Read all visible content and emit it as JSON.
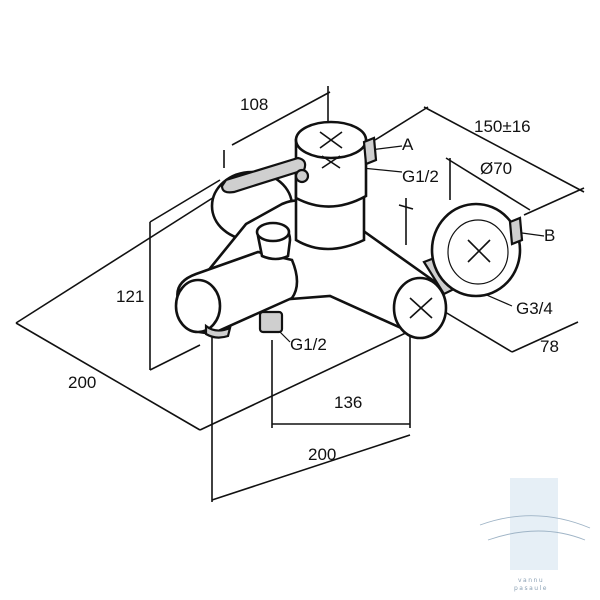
{
  "dimensions": {
    "width_top": "108",
    "depth_right": "150±16",
    "diameter": "Ø70",
    "height_left": "121",
    "depth_left": "200",
    "spout_to_inlet": "136",
    "width_bottom": "200",
    "depth_bracket": "78"
  },
  "labels": {
    "a": "A",
    "b": "B",
    "thread_top": "G1/2",
    "thread_bottom": "G1/2",
    "thread_bracket": "G3/4"
  },
  "watermark": {
    "line1": "vannu",
    "line2": "pasaule"
  },
  "colors": {
    "stroke": "#111111",
    "fill_grey": "#cfcfcf",
    "watermark": "#8aa0b4"
  }
}
